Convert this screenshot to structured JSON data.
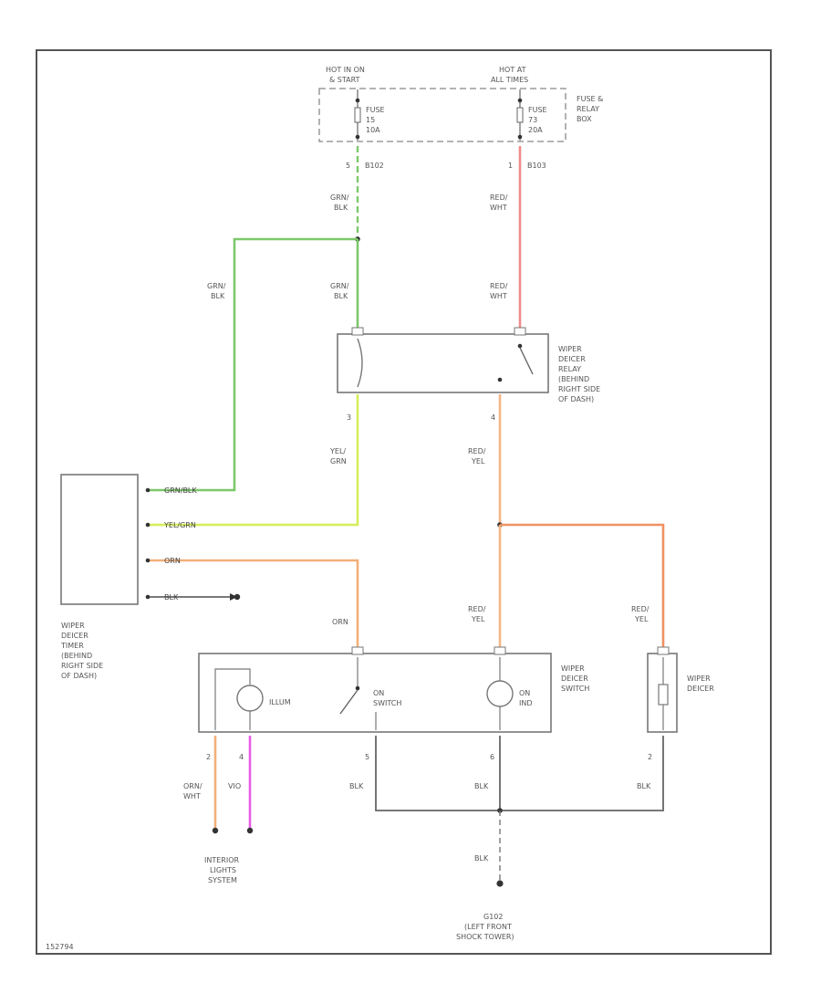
{
  "colors": {
    "grn_blk": "#7dc86a",
    "yel_grn": "#d6ee5a",
    "orn": "#f2b07a",
    "red_wht": "#f08a8a",
    "red_yel": "#f5b687",
    "red_yel_branch": "#f19160",
    "orn_wht": "#f2b07a",
    "vio": "#ea5ce8",
    "black": "#555555"
  },
  "fuse_box": {
    "hot_run_start": [
      "HOT IN ON",
      "& START"
    ],
    "hot_all_times": [
      "HOT AT",
      "ALL TIMES"
    ],
    "fuse_15": [
      "FUSE",
      "15",
      "10A"
    ],
    "fuse_73": [
      "FUSE",
      "73",
      "20A"
    ],
    "box_label": [
      "FUSE &",
      "RELAY",
      "BOX"
    ],
    "pin_left": "5",
    "conn_left": "B102",
    "pin_right": "1",
    "conn_right": "B103"
  },
  "wires": {
    "grn_blk_a": [
      "GRN/",
      "BLK"
    ],
    "grn_blk_b": [
      "GRN/",
      "BLK"
    ],
    "grn_blk_c": [
      "GRN/",
      "BLK"
    ],
    "red_wht_a": [
      "RED/",
      "WHT"
    ],
    "red_wht_b": [
      "RED/",
      "WHT"
    ],
    "yel_grn": [
      "YEL/",
      "GRN"
    ],
    "red_yel_a": [
      "RED/",
      "YEL"
    ],
    "red_yel_b": [
      "RED/",
      "YEL"
    ],
    "red_yel_c": [
      "RED/",
      "YEL"
    ],
    "orn": "ORN",
    "orn_wht": [
      "ORN/",
      "WHT"
    ],
    "vio": "VIO",
    "blk_a": "BLK",
    "blk_b": "BLK",
    "blk_c": "BLK",
    "blk_d": "BLK"
  },
  "relay": {
    "label": [
      "WIPER",
      "DEICER",
      "RELAY",
      "(BEHIND",
      "RIGHT SIDE",
      "OF DASH)"
    ],
    "pin_3": "3",
    "pin_4": "4"
  },
  "timer": {
    "label": [
      "WIPER",
      "DEICER",
      "TIMER",
      "(BEHIND",
      "RIGHT SIDE",
      "OF DASH)"
    ],
    "pins": [
      "GRN/BLK",
      "YEL/GRN",
      "ORN",
      "BLK"
    ]
  },
  "switch": {
    "label": [
      "WIPER",
      "DEICER",
      "SWITCH"
    ],
    "illum": "ILLUM",
    "on_switch": [
      "ON",
      "SWITCH"
    ],
    "on_ind": [
      "ON",
      "IND"
    ],
    "pins": [
      "2",
      "4",
      "5",
      "6"
    ]
  },
  "deicer": {
    "label": [
      "WIPER",
      "DEICER"
    ],
    "pin": "2"
  },
  "interior_lights": [
    "INTERIOR",
    "LIGHTS",
    "SYSTEM"
  ],
  "ground": [
    "G102",
    "(LEFT FRONT",
    "SHOCK TOWER)"
  ],
  "figure_id": "152794"
}
